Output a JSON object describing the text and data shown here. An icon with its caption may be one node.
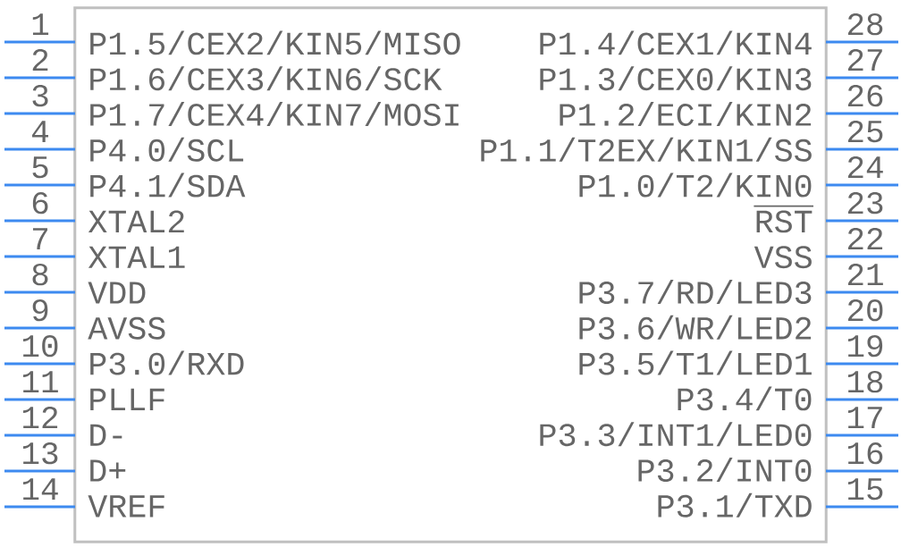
{
  "diagram": {
    "nodes": [
      {
        "text": [],
        "shape": "box"
      }
    ],
    "labels": [
      "1",
      "P1.5/CEX2/KIN5/MISO",
      "2",
      "P1.6/CEX3/KIN6/SCK",
      "3",
      "P1.7/CEX4/KIN7/MOSI",
      "4",
      "P4.0/SCL",
      "5",
      "P4.1/SDA",
      "6",
      "XTAL2",
      "7",
      "XTAL1",
      "8",
      "VDD",
      "9",
      "AVSS",
      "10",
      "P3.0/RXD",
      "11",
      "PLLF",
      "12",
      "D-",
      "13",
      "D+",
      "14",
      "VREF",
      "15",
      "P3.1/TXD",
      "16",
      "P3.2/INT0",
      "17",
      "P3.3/INT1/LED0",
      "18",
      "P3.4/T0",
      "19",
      "P3.5/T1/LED1",
      "20",
      "P3.6/WR/LED2",
      "21",
      "P3.7/RD/LED3",
      "22",
      "VSS",
      "23",
      "RST",
      "24",
      "P1.0/T2/KIN0",
      "25",
      "P1.1/T2EX/KIN1/SS",
      "26",
      "P1.2/ECI/KIN2",
      "27",
      "P1.3/CEX0/KIN3",
      "28",
      "P1.4/CEX1/KIN4"
    ]
  }
}
